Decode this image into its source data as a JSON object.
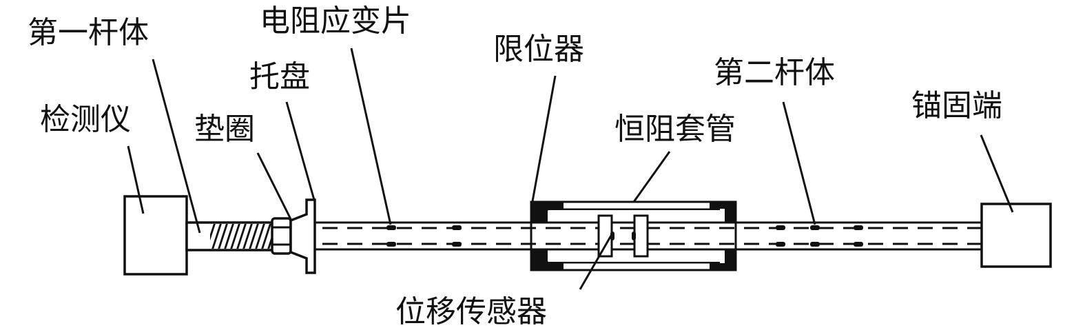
{
  "labels": {
    "detector": "检测仪",
    "first_rod": "第一杆体",
    "washer": "垫圈",
    "tray": "托盘",
    "strain_gauge": "电阻应变片",
    "limiter": "限位器",
    "second_rod": "第二杆体",
    "anchor_end": "锚固端",
    "constant_resistance_sleeve": "恒阻套管",
    "displacement_sensor": "位移传感器"
  },
  "colors": {
    "line": "#111111",
    "background": "#ffffff"
  }
}
